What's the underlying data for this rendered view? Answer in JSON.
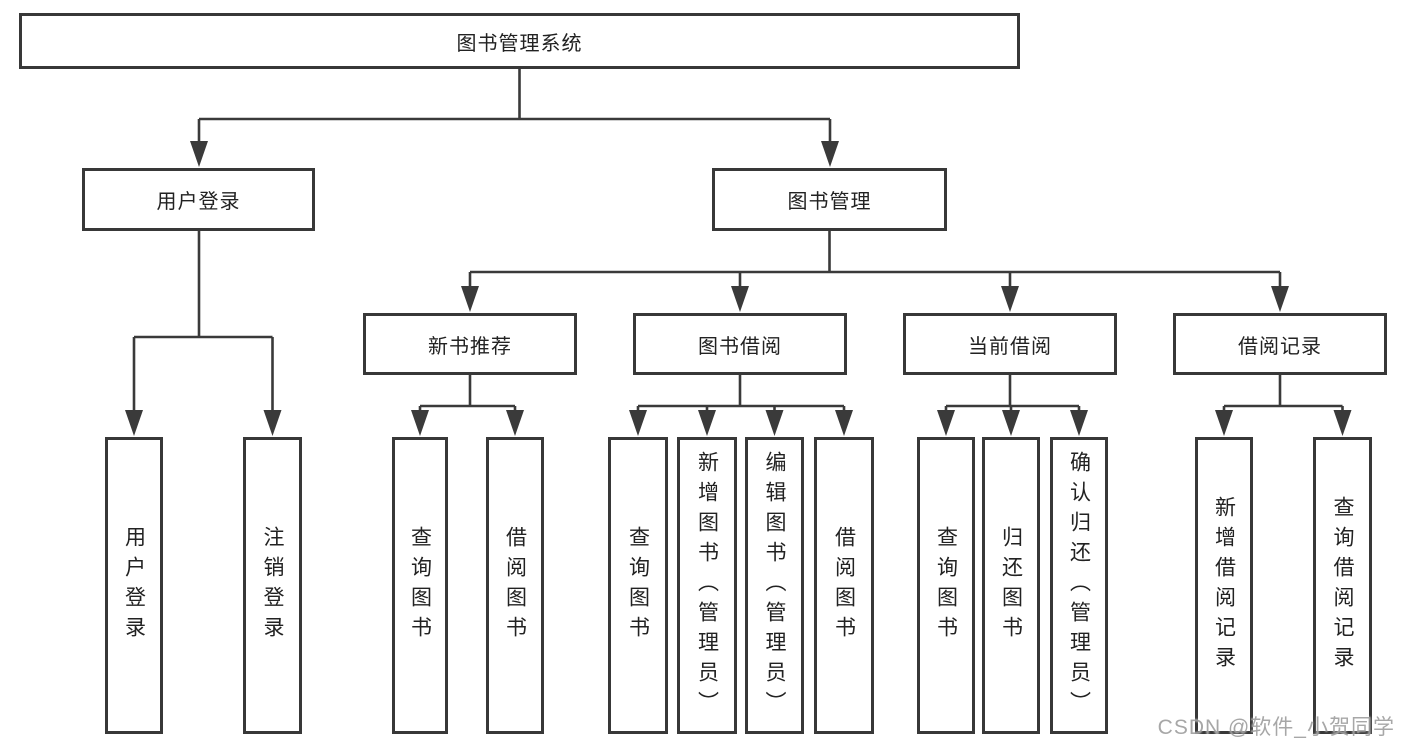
{
  "diagram_title": "图书管理系统",
  "tree": {
    "label": "图书管理系统",
    "children": [
      {
        "label": "用户登录",
        "children": [
          {
            "label": "用户登录"
          },
          {
            "label": "注销登录"
          }
        ]
      },
      {
        "label": "图书管理",
        "children": [
          {
            "label": "新书推荐",
            "children": [
              {
                "label": "查询图书"
              },
              {
                "label": "借阅图书"
              }
            ]
          },
          {
            "label": "图书借阅",
            "children": [
              {
                "label": "查询图书"
              },
              {
                "label": "新增图书（管理员）"
              },
              {
                "label": "编辑图书（管理员）"
              },
              {
                "label": "借阅图书"
              }
            ]
          },
          {
            "label": "当前借阅",
            "children": [
              {
                "label": "查询图书"
              },
              {
                "label": "归还图书"
              },
              {
                "label": "确认归还（管理员）"
              }
            ]
          },
          {
            "label": "借阅记录",
            "children": [
              {
                "label": "新增借阅记录"
              },
              {
                "label": "查询借阅记录"
              }
            ]
          }
        ]
      }
    ]
  },
  "watermark": {
    "text": "CSDN @软件_小贺同学"
  },
  "colors": {
    "line": "#3a3a3a",
    "border": "#383838",
    "text": "#222222",
    "watermark": "#989898",
    "background": "#ffffff"
  }
}
